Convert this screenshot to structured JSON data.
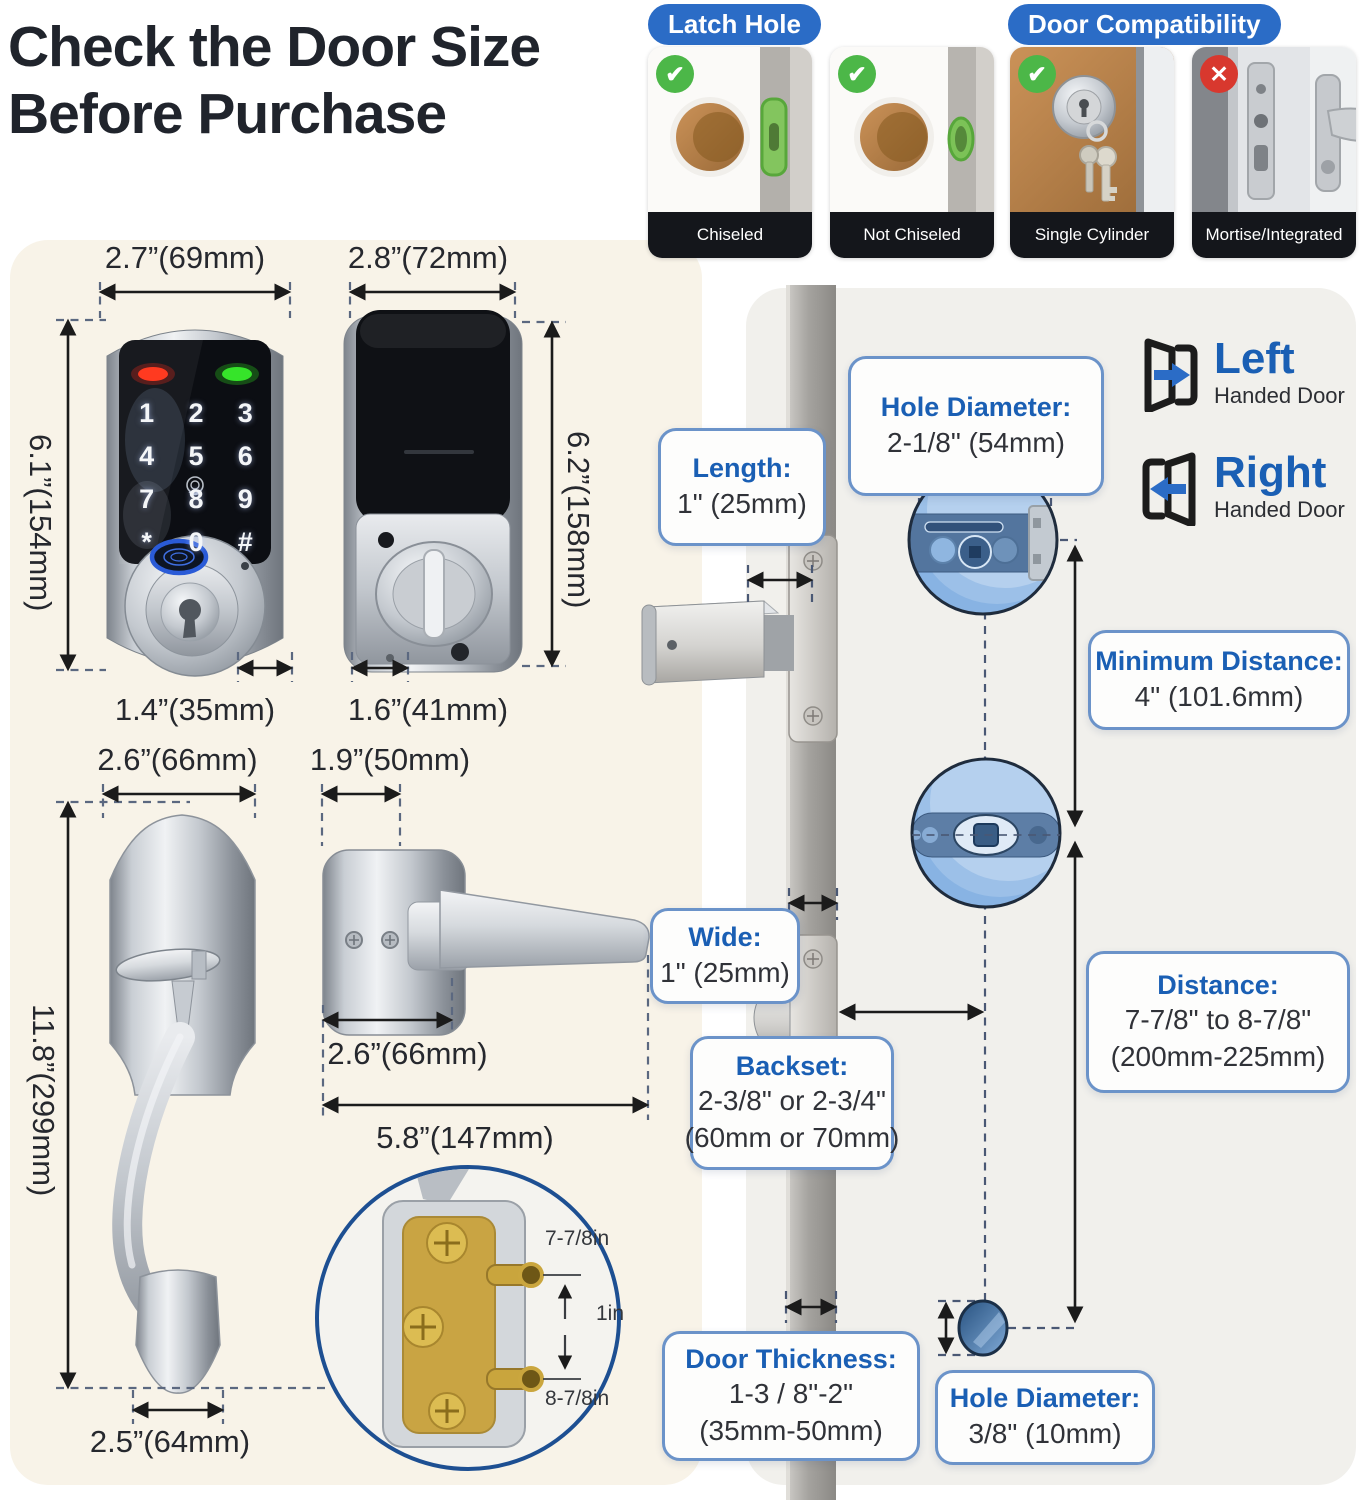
{
  "title": {
    "line1": "Check the Door Size",
    "line2": "Before Purchase"
  },
  "latch_hole": {
    "badge": "Latch Hole",
    "cards": [
      {
        "label": "Chiseled",
        "status": "check"
      },
      {
        "label": "Not Chiseled",
        "status": "check"
      }
    ]
  },
  "door_compatibility": {
    "badge": "Door Compatibility",
    "cards": [
      {
        "label": "Single Cylinder",
        "status": "check"
      },
      {
        "label": "Mortise/Integrated",
        "status": "cross"
      }
    ]
  },
  "front_lock": {
    "width": "2.7”(69mm)",
    "height": "6.1”(154mm)",
    "depth": "1.4”(35mm)",
    "keypad": [
      [
        "1",
        "2",
        "3"
      ],
      [
        "4",
        "5",
        "6"
      ],
      [
        "7",
        "8",
        "9"
      ],
      [
        "*",
        "0",
        "#"
      ]
    ]
  },
  "back_lock": {
    "width": "2.8”(72mm)",
    "height": "6.2”(158mm)",
    "depth": "1.6”(41mm)"
  },
  "handleset": {
    "width": "2.6”(66mm)",
    "height": "11.8”(299mm)",
    "base_width": "2.5”(64mm)"
  },
  "lever": {
    "rosette_width": "1.9”(50mm)",
    "rosette_height": "2.6”(66mm)",
    "length": "5.8”(147mm)"
  },
  "inset": {
    "top": "7-7/8in",
    "middle": "1in",
    "bottom": "8-7/8in"
  },
  "callouts": {
    "length": {
      "title": "Length:",
      "value": "1\" (25mm)"
    },
    "hole_top": {
      "title": "Hole Diameter:",
      "value": "2-1/8\" (54mm)"
    },
    "min_distance": {
      "title": "Minimum Distance:",
      "value": "4\" (101.6mm)"
    },
    "wide": {
      "title": "Wide:",
      "value": "1\" (25mm)"
    },
    "backset": {
      "title": "Backset:",
      "value": "2-3/8\" or 2-3/4\"",
      "value2": "(60mm or 70mm)"
    },
    "distance": {
      "title": "Distance:",
      "value": "7-7/8\" to 8-7/8\"",
      "value2": "(200mm-225mm)"
    },
    "door_thickness": {
      "title": "Door Thickness:",
      "value": "1-3 / 8\"-2\"",
      "value2": "(35mm-50mm)"
    },
    "hole_bottom": {
      "title": "Hole Diameter:",
      "value": "3/8\" (10mm)"
    }
  },
  "handedness": [
    {
      "name": "Left",
      "sub": "Handed Door"
    },
    {
      "name": "Right",
      "sub": "Handed Door"
    }
  ],
  "colors": {
    "accent_blue": "#2b6cc6",
    "label_blue": "#1a5fb4",
    "green": "#4cb748",
    "red": "#d8382e",
    "panel_cream": "#f8f3e8",
    "panel_gray": "#f1f0ec"
  }
}
